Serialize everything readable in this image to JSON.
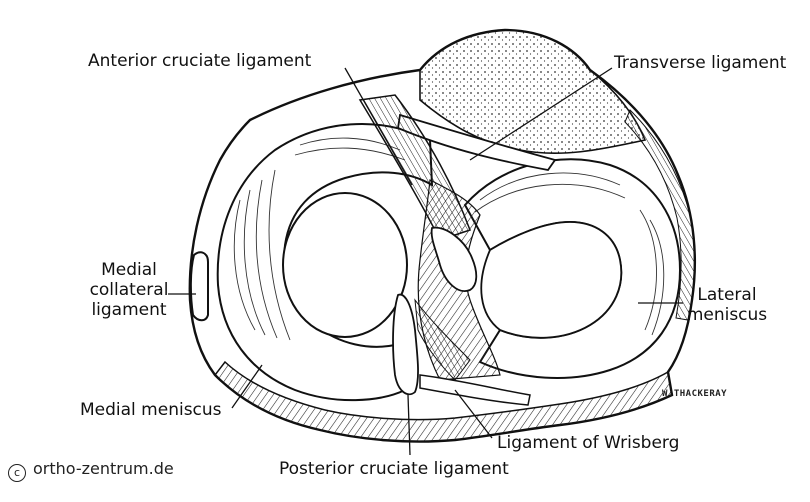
{
  "labels": {
    "anterior_cruciate": "Anterior cruciate ligament",
    "transverse": "Transverse ligament",
    "medial_collateral": [
      "Medial",
      "collateral",
      "ligament"
    ],
    "lateral_meniscus": [
      "Lateral",
      "meniscus"
    ],
    "medial_meniscus": "Medial meniscus",
    "wrisberg": "Ligament of Wrisberg",
    "posterior_cruciate": "Posterior cruciate ligament"
  },
  "copyright": {
    "symbol": "c",
    "text": "ortho-zentrum.de"
  },
  "signature": "W.THACKERAY"
}
